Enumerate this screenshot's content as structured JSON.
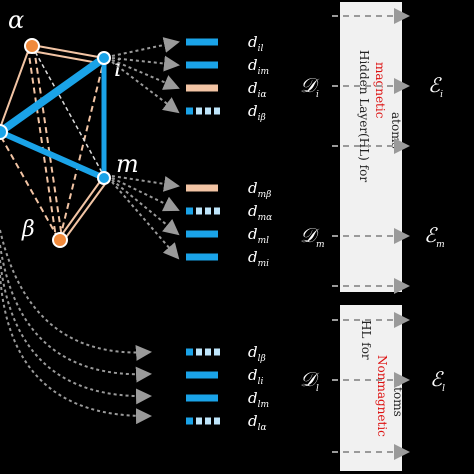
{
  "colors": {
    "magnetic": "#1aa3e8",
    "nonmagnetic": "#f2c4a4",
    "node_alpha": "#f08a3c",
    "panel": "#f1f1f1",
    "arrow": "#9a9a9a",
    "accent_red": "#d11f1f"
  },
  "nodes": [
    {
      "id": "alpha",
      "label": "α",
      "kind": "nonmagnetic"
    },
    {
      "id": "i",
      "label": "i",
      "kind": "magnetic"
    },
    {
      "id": "m",
      "label": "m",
      "kind": "magnetic"
    },
    {
      "id": "beta",
      "label": "β",
      "kind": "nonmagnetic"
    },
    {
      "id": "l",
      "label": "",
      "kind": "magnetic"
    }
  ],
  "descriptor_groups": [
    {
      "atom": "i",
      "items": [
        {
          "d": "d",
          "sub": "il",
          "style": "magnetic"
        },
        {
          "d": "d",
          "sub": "im",
          "style": "magnetic"
        },
        {
          "d": "d",
          "sub": "iα",
          "style": "nonmagnetic"
        },
        {
          "d": "d",
          "sub": "iβ",
          "style": "dashed"
        }
      ]
    },
    {
      "atom": "m",
      "items": [
        {
          "d": "d",
          "sub": "mβ",
          "style": "nonmagnetic"
        },
        {
          "d": "d",
          "sub": "mα",
          "style": "dashed"
        },
        {
          "d": "d",
          "sub": "ml",
          "style": "magnetic"
        },
        {
          "d": "d",
          "sub": "mi",
          "style": "magnetic"
        }
      ]
    },
    {
      "atom": "l",
      "items": [
        {
          "d": "d",
          "sub": "lβ",
          "style": "dashed"
        },
        {
          "d": "d",
          "sub": "li",
          "style": "magnetic"
        },
        {
          "d": "d",
          "sub": "lm",
          "style": "magnetic"
        },
        {
          "d": "d",
          "sub": "lα",
          "style": "dashed"
        }
      ]
    }
  ],
  "inputs": [
    {
      "D": "𝒟",
      "sub": "i"
    },
    {
      "D": "𝒟",
      "sub": "m"
    },
    {
      "D": "𝒟",
      "sub": "l"
    }
  ],
  "outputs": [
    {
      "E": "ℰ",
      "sub": "i"
    },
    {
      "E": "ℰ",
      "sub": "m"
    },
    {
      "E": "ℰ",
      "sub": "l"
    }
  ],
  "panel_magnetic": {
    "line1": "Hidden Layer(HL) for",
    "line2_red": "magnetic",
    "line3": "atoms"
  },
  "panel_nonmagnetic": {
    "line1": "HL for",
    "line2_red": "Nonmagnetic",
    "line3": "atoms"
  }
}
